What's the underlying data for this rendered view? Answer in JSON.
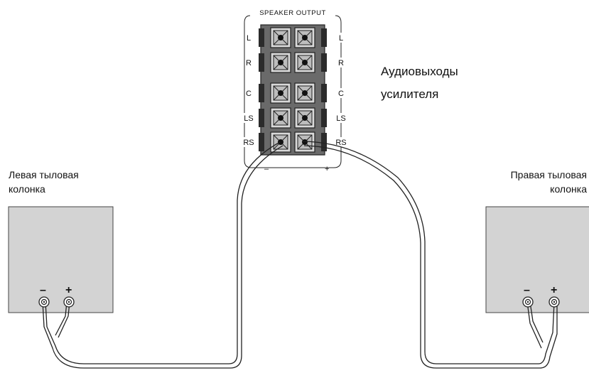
{
  "amp": {
    "header": "SPEAKER OUTPUT",
    "channels": [
      "L",
      "R",
      "C",
      "LS",
      "RS"
    ],
    "minus_sign": "–",
    "plus_sign": "+",
    "caption_line1": "Аудиовыходы",
    "caption_line2": "усилителя"
  },
  "left_speaker": {
    "label_line1": "Левая тыловая",
    "label_line2": "колонка",
    "minus": "–",
    "plus": "+"
  },
  "right_speaker": {
    "label_line1": "Правая тыловая",
    "label_line2": "колонка",
    "minus": "–",
    "plus": "+"
  },
  "colors": {
    "terminal_body": "#5a5a5a",
    "terminal_frame": "#2b2b2b",
    "speaker_fill": "#d3d3d3",
    "wire": "#222222"
  }
}
